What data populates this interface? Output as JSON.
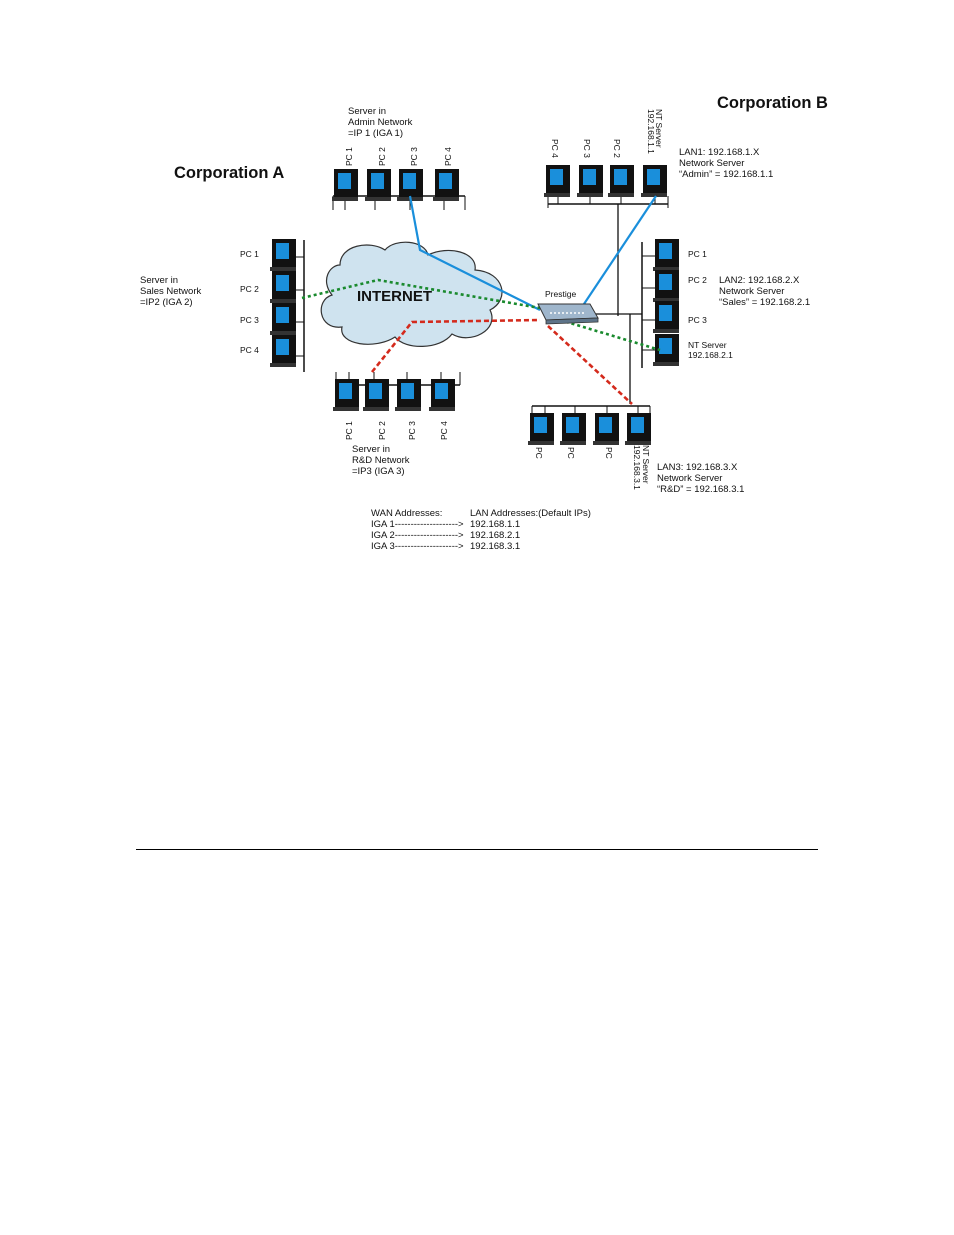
{
  "corporation_a": "Corporation A",
  "corporation_b": "Corporation B",
  "internet": "INTERNET",
  "router": "Prestige",
  "admin_network": {
    "lines": [
      "Server in",
      "Admin Network",
      "=IP 1 (IGA 1)"
    ],
    "pcs": [
      "PC 1",
      "PC 2",
      "PC 3",
      "PC 4"
    ]
  },
  "sales_network": {
    "lines": [
      "Server in",
      "Sales Network",
      "=IP2 (IGA 2)"
    ],
    "pcs": [
      "PC 1",
      "PC 2",
      "PC 3",
      "PC 4"
    ]
  },
  "rd_network": {
    "lines": [
      "Server in",
      "R&D Network",
      "=IP3 (IGA 3)"
    ],
    "pcs": [
      "PC 1",
      "PC 2",
      "PC 3",
      "PC 4"
    ]
  },
  "lan1": {
    "pcs": [
      "PC 4",
      "PC 3",
      "PC 2"
    ],
    "server": [
      "NT Server",
      "192.168.1.1"
    ],
    "lines": [
      "LAN1: 192.168.1.X",
      "Network Server",
      "“Admin” = 192.168.1.1"
    ]
  },
  "lan2": {
    "pcs": [
      "PC 1",
      "PC 2",
      "PC 3"
    ],
    "server": [
      "NT Server",
      "192.168.2.1"
    ],
    "lines": [
      "LAN2: 192.168.2.X",
      "Network Server",
      "“Sales” = 192.168.2.1"
    ]
  },
  "lan3": {
    "pcs": [
      "PC",
      "PC",
      "PC"
    ],
    "server": [
      "NT Server",
      "192.168.3.1"
    ],
    "lines": [
      "LAN3: 192.168.3.X",
      "Network Server",
      "“R&D” = 192.168.3.1"
    ]
  },
  "address_table": {
    "wan_header": "WAN Addresses:",
    "lan_header": "LAN Addresses:(Default IPs)",
    "rows": [
      {
        "wan": "IGA 1-------------------->",
        "lan": "192.168.1.1"
      },
      {
        "wan": "IGA 2-------------------->",
        "lan": "192.168.2.1"
      },
      {
        "wan": "IGA 3-------------------->",
        "lan": "192.168.3.1"
      }
    ]
  },
  "colors": {
    "admin_link": "#1a8fdb",
    "sales_link": "#1a8a2e",
    "rd_link": "#d42a1c",
    "cloud": "#cfe3ef",
    "monitor_screen": "#1a8fdb"
  }
}
